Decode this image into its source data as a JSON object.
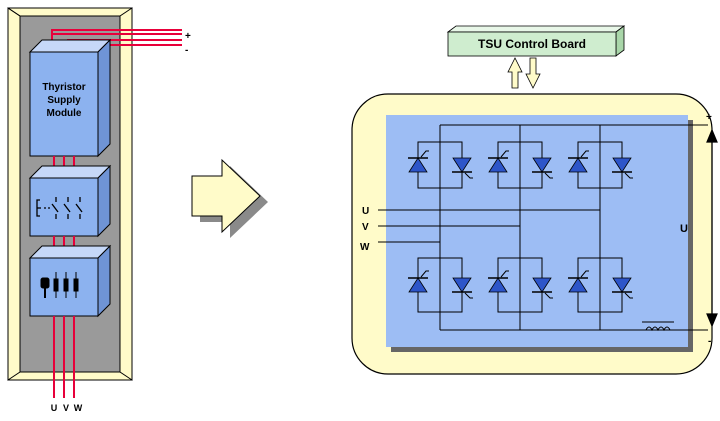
{
  "cabinet": {
    "dc_plus": "+",
    "dc_minus": "-",
    "thyristor_module": [
      "Thyristor",
      "Supply",
      "Module"
    ],
    "terminals": [
      "U",
      "V",
      "W"
    ]
  },
  "control_board": {
    "label": "TSU Control Board"
  },
  "bridge": {
    "phase_labels": [
      "U",
      "V",
      "W"
    ],
    "plus": "+",
    "minus": "-",
    "dc_voltage": "U"
  },
  "colors": {
    "module_blue": "#8cb2ef",
    "board_blue": "#9dbdf4",
    "panel_yellow": "#fffbc9",
    "wire_red": "#e8003a",
    "board_green": "#cfedcf"
  }
}
